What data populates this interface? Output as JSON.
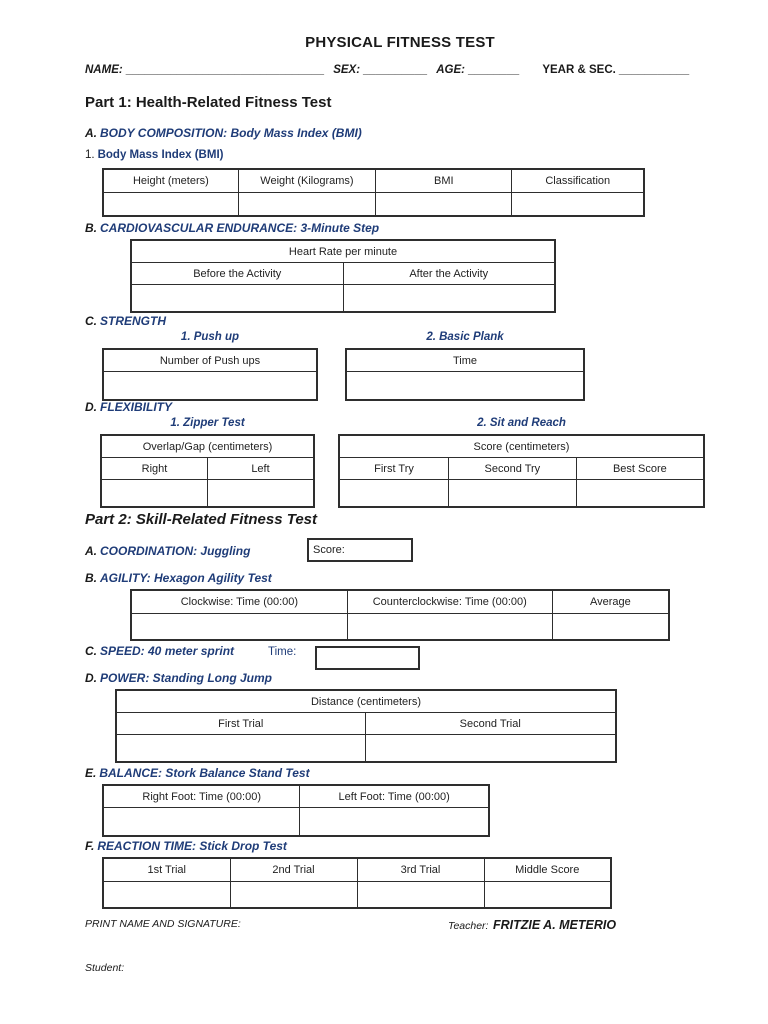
{
  "colors": {
    "heading_blue": "#1f3c78",
    "text_black": "#1a1a1a",
    "table_border": "#2e2e2e"
  },
  "title": "PHYSICAL FITNESS TEST",
  "student_info": {
    "name_label": "NAME:",
    "name_line": "_______________________________",
    "sex_label": "SEX:",
    "sex_line": "__________",
    "age_label": "AGE:",
    "age_line": "________",
    "year_label": "YEAR & SEC.",
    "year_line": "___________"
  },
  "part1": {
    "heading": "Part 1: Health-Related Fitness Test",
    "body_composition": {
      "prefix": "A.",
      "title": "BODY COMPOSITION: Body Mass Index (BMI)",
      "sub_prefix": "1.",
      "sub_title": "Body Mass Index (BMI)",
      "table": {
        "columns": [
          "Height (meters)",
          "Weight (Kilograms)",
          "BMI",
          "Classification"
        ]
      }
    },
    "cardio": {
      "prefix": "B.",
      "title": "CARDIOVASCULAR ENDURANCE: 3-Minute Step",
      "table": {
        "span_header": "Heart Rate per minute",
        "columns": [
          "Before the Activity",
          "After the Activity"
        ]
      }
    },
    "strength": {
      "prefix": "C.",
      "title": "STRENGTH",
      "pushup_label": "1. Push up",
      "pushup_column": "Number of Push ups",
      "plank_label": "2. Basic Plank",
      "plank_column": "Time"
    },
    "flexibility": {
      "prefix": "D.",
      "title": "FLEXIBILITY",
      "zipper_label": "1. Zipper Test",
      "zipper_span": "Overlap/Gap (centimeters)",
      "zipper_columns": [
        "Right",
        "Left"
      ],
      "sit_label": "2. Sit and Reach",
      "sit_span": "Score (centimeters)",
      "sit_columns": [
        "First Try",
        "Second Try",
        "Best Score"
      ]
    }
  },
  "part2": {
    "heading": "Part 2: Skill-Related Fitness Test",
    "coordination": {
      "prefix": "A.",
      "title": "COORDINATION: Juggling",
      "score_label": "Score:"
    },
    "agility": {
      "prefix": "B.",
      "title": "AGILITY: Hexagon Agility Test",
      "table": {
        "columns": [
          "Clockwise: Time (00:00)",
          "Counterclockwise: Time (00:00)",
          "Average"
        ]
      }
    },
    "speed": {
      "prefix": "C.",
      "title": "SPEED: 40 meter sprint",
      "time_label": "Time:"
    },
    "power": {
      "prefix": "D.",
      "title": "POWER: Standing Long Jump",
      "table": {
        "span_header": "Distance (centimeters)",
        "columns": [
          "First Trial",
          "Second Trial"
        ]
      }
    },
    "balance": {
      "prefix": "E.",
      "title": "BALANCE: Stork Balance Stand Test",
      "table": {
        "columns": [
          "Right Foot: Time (00:00)",
          "Left Foot: Time (00:00)"
        ]
      }
    },
    "reaction": {
      "prefix": "F.",
      "title": "REACTION TIME: Stick Drop Test",
      "table": {
        "columns": [
          "1st Trial",
          "2nd Trial",
          "3rd Trial",
          "Middle Score"
        ]
      }
    }
  },
  "footer": {
    "print_label": "PRINT NAME AND SIGNATURE:",
    "teacher_label": "Teacher:",
    "teacher_name": "FRITZIE A. METERIO",
    "student_label": "Student:"
  }
}
